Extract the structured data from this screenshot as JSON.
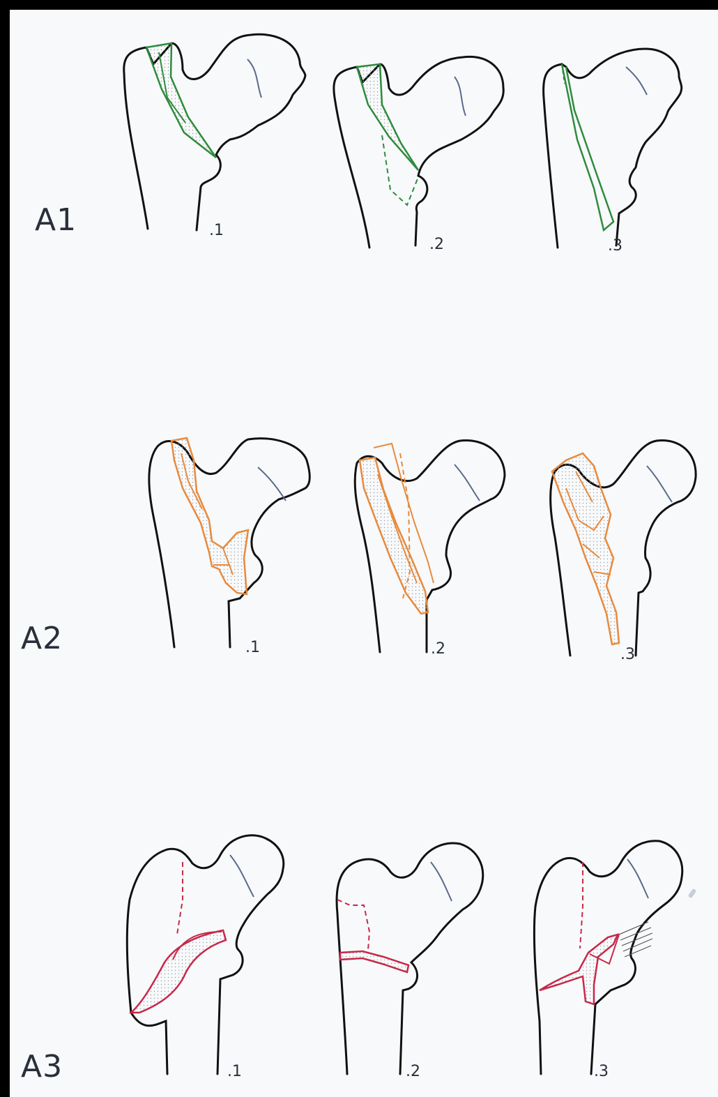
{
  "rows": [
    {
      "label": "A1",
      "fracture_color": "#2e8b3c",
      "items": [
        ".1",
        ".2",
        ".3"
      ]
    },
    {
      "label": "A2",
      "fracture_color": "#e88a3c",
      "items": [
        ".1",
        ".2",
        ".3"
      ]
    },
    {
      "label": "A3",
      "fracture_color": "#c8284a",
      "items": [
        ".1",
        ".2",
        ".3"
      ]
    }
  ],
  "colors": {
    "bone_outline": "#111111",
    "head_line": "#5a6a8a",
    "background": "#f7f9fb"
  }
}
